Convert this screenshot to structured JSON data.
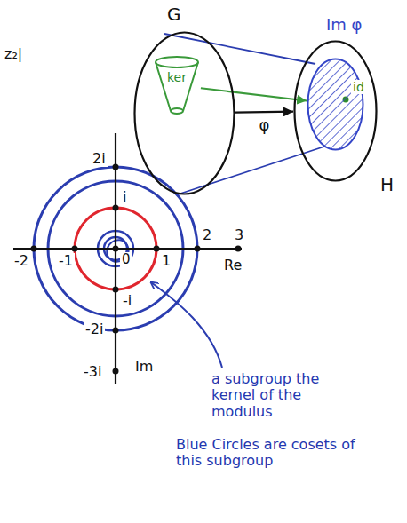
{
  "diagram": {
    "nodes": [
      {
        "text": [
          "G"
        ]
      },
      {
        "text": [
          "ker"
        ],
        "in": 0
      },
      {
        "text": [
          "H"
        ]
      },
      {
        "text": [
          "Im φ"
        ],
        "in": 2
      }
    ],
    "edges": [
      {
        "from": 0,
        "to": 2,
        "arrow": "to",
        "label": "φ"
      },
      {
        "from": 1,
        "to": 3,
        "arrow": "to"
      }
    ],
    "labels": [
      "z₂|",
      "2i",
      "i",
      "-2",
      "-1",
      "0",
      "1",
      "2",
      "3",
      "Re",
      "-i",
      "-2i",
      "-3i",
      "Im",
      "id",
      "a subgroup the kernel of the modulus",
      "Blue Circles are cosets of this subgroup"
    ]
  }
}
